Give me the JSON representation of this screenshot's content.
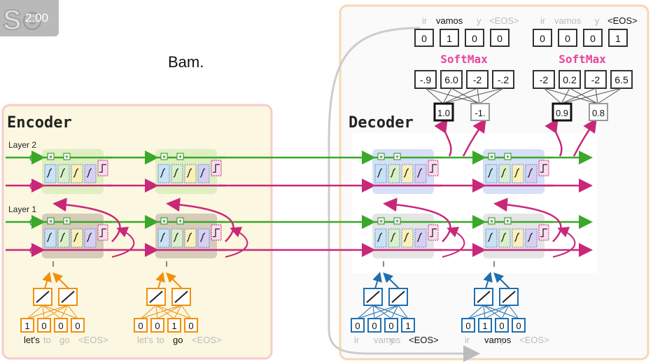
{
  "narration": "Bam.",
  "timer": "2:00",
  "encoder": {
    "title": "Encoder",
    "layer2_label": "Layer 2",
    "layer1_label": "Layer 1",
    "zero": "0",
    "inputs": [
      {
        "vector": [
          "1",
          "0",
          "0",
          "0"
        ],
        "tokens": [
          "let's",
          "to",
          "go",
          "<EOS>"
        ],
        "active": 0
      },
      {
        "vector": [
          "0",
          "0",
          "1",
          "0"
        ],
        "tokens": [
          "let's",
          "to",
          "go",
          "<EOS>"
        ],
        "active": 2
      }
    ]
  },
  "decoder": {
    "title": "Decoder",
    "inputs": [
      {
        "vector": [
          "0",
          "0",
          "0",
          "1"
        ],
        "tokens": [
          "ir",
          "vamos",
          "y",
          "<EOS>"
        ],
        "active": 3
      },
      {
        "vector": [
          "0",
          "1",
          "0",
          "0"
        ],
        "tokens": [
          "ir",
          "vamos",
          "y",
          "<EOS>"
        ],
        "active": 1
      }
    ],
    "outputs": [
      {
        "tokens": [
          "ir",
          "vamos",
          "y",
          "<EOS>"
        ],
        "active": 1,
        "onehot": [
          "0",
          "1",
          "0",
          "0"
        ],
        "softmax_label": "SoftMax",
        "logits": [
          "-.9",
          "6.0",
          "-2",
          "-.2"
        ],
        "fc": [
          "1.0",
          "-1."
        ]
      },
      {
        "tokens": [
          "ir",
          "vamos",
          "y",
          "<EOS>"
        ],
        "active": 3,
        "onehot": [
          "0",
          "0",
          "0",
          "1"
        ],
        "softmax_label": "SoftMax",
        "logits": [
          "-2",
          "0.2",
          "-2",
          "6.5"
        ],
        "fc": [
          "0.9",
          "0.8"
        ]
      }
    ]
  },
  "colors": {
    "green": "#3aa82a",
    "pink": "#c9277a",
    "orange": "#f0900f",
    "blue": "#1f6fb0",
    "softmax": "#e8449a",
    "encoder_bg": "#fbf7e0",
    "encoder_border": "#f6cccc",
    "decoder_border": "#f6d8b2"
  },
  "icons": [
    "lstm-unit-icon",
    "embedding-node-icon",
    "fully-connected-icon",
    "logo-icon"
  ]
}
